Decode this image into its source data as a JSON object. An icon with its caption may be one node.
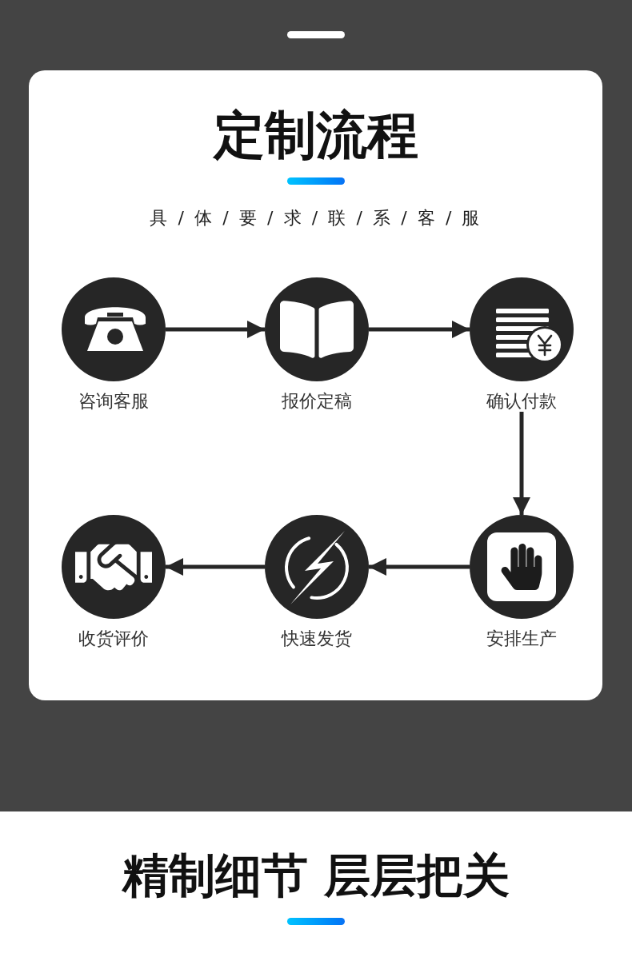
{
  "diagram": {
    "title": "定制流程",
    "nodes": [
      {
        "text": [
          "咨询客服"
        ]
      },
      {
        "text": [
          "报价定稿"
        ]
      },
      {
        "text": [
          "确认付款"
        ]
      },
      {
        "text": [
          "安排生产"
        ]
      },
      {
        "text": [
          "快速发货"
        ]
      },
      {
        "text": [
          "收货评价"
        ]
      }
    ],
    "edges": [
      {
        "from": 0,
        "to": 1,
        "arrow": "to"
      },
      {
        "from": 1,
        "to": 2,
        "arrow": "to"
      },
      {
        "from": 2,
        "to": 3,
        "arrow": "to"
      },
      {
        "from": 3,
        "to": 4,
        "arrow": "to"
      },
      {
        "from": 4,
        "to": 5,
        "arrow": "to"
      }
    ],
    "labels": [
      "具 / 体 / 要 / 求 / 联 / 系 / 客 / 服",
      "精制细节 层层把关"
    ]
  }
}
